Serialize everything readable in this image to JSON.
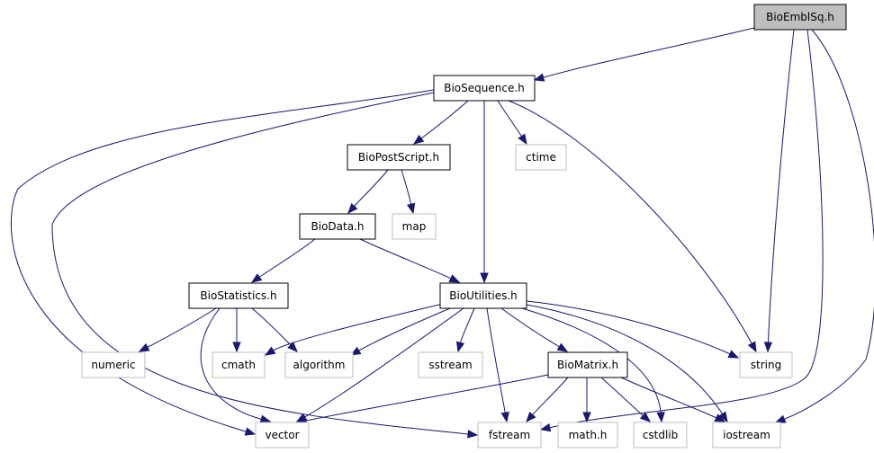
{
  "graph": {
    "nodes": [
      {
        "id": "BioEmblSq",
        "label": "BioEmblSq.h",
        "style": "focus"
      },
      {
        "id": "BioSequence",
        "label": "BioSequence.h",
        "style": "documented"
      },
      {
        "id": "BioPostScript",
        "label": "BioPostScript.h",
        "style": "documented"
      },
      {
        "id": "ctime",
        "label": "ctime",
        "style": "external"
      },
      {
        "id": "BioData",
        "label": "BioData.h",
        "style": "documented"
      },
      {
        "id": "map",
        "label": "map",
        "style": "external"
      },
      {
        "id": "BioStatistics",
        "label": "BioStatistics.h",
        "style": "documented"
      },
      {
        "id": "BioUtilities",
        "label": "BioUtilities.h",
        "style": "documented"
      },
      {
        "id": "numeric",
        "label": "numeric",
        "style": "external"
      },
      {
        "id": "cmath",
        "label": "cmath",
        "style": "external"
      },
      {
        "id": "algorithm",
        "label": "algorithm",
        "style": "external"
      },
      {
        "id": "sstream",
        "label": "sstream",
        "style": "external"
      },
      {
        "id": "BioMatrix",
        "label": "BioMatrix.h",
        "style": "documented"
      },
      {
        "id": "string",
        "label": "string",
        "style": "external"
      },
      {
        "id": "vector",
        "label": "vector",
        "style": "external"
      },
      {
        "id": "fstream",
        "label": "fstream",
        "style": "external"
      },
      {
        "id": "mathh",
        "label": "math.h",
        "style": "external"
      },
      {
        "id": "cstdlib",
        "label": "cstdlib",
        "style": "external"
      },
      {
        "id": "iostream",
        "label": "iostream",
        "style": "external"
      }
    ],
    "edges": [
      [
        "BioEmblSq",
        "BioSequence"
      ],
      [
        "BioEmblSq",
        "string"
      ],
      [
        "BioEmblSq",
        "fstream"
      ],
      [
        "BioEmblSq",
        "iostream"
      ],
      [
        "BioSequence",
        "BioPostScript"
      ],
      [
        "BioSequence",
        "ctime"
      ],
      [
        "BioSequence",
        "BioUtilities"
      ],
      [
        "BioSequence",
        "string"
      ],
      [
        "BioSequence",
        "vector"
      ],
      [
        "BioSequence",
        "fstream"
      ],
      [
        "BioPostScript",
        "BioData"
      ],
      [
        "BioPostScript",
        "map"
      ],
      [
        "BioData",
        "BioStatistics"
      ],
      [
        "BioData",
        "BioUtilities"
      ],
      [
        "BioStatistics",
        "numeric"
      ],
      [
        "BioStatistics",
        "cmath"
      ],
      [
        "BioStatistics",
        "algorithm"
      ],
      [
        "BioStatistics",
        "vector"
      ],
      [
        "BioUtilities",
        "cmath"
      ],
      [
        "BioUtilities",
        "algorithm"
      ],
      [
        "BioUtilities",
        "sstream"
      ],
      [
        "BioUtilities",
        "BioMatrix"
      ],
      [
        "BioUtilities",
        "string"
      ],
      [
        "BioUtilities",
        "vector"
      ],
      [
        "BioUtilities",
        "fstream"
      ],
      [
        "BioUtilities",
        "cstdlib"
      ],
      [
        "BioUtilities",
        "iostream"
      ],
      [
        "BioMatrix",
        "vector"
      ],
      [
        "BioMatrix",
        "fstream"
      ],
      [
        "BioMatrix",
        "mathh"
      ],
      [
        "BioMatrix",
        "cstdlib"
      ],
      [
        "BioMatrix",
        "iostream"
      ]
    ]
  },
  "colors": {
    "edge": "#191970",
    "focus_fill": "#bfbfbf",
    "focus_border": "#000000",
    "documented_fill": "#ffffff",
    "documented_border": "#000000",
    "external_fill": "#ffffff",
    "external_border": "#bfbfbf",
    "label_text": "#000000"
  }
}
